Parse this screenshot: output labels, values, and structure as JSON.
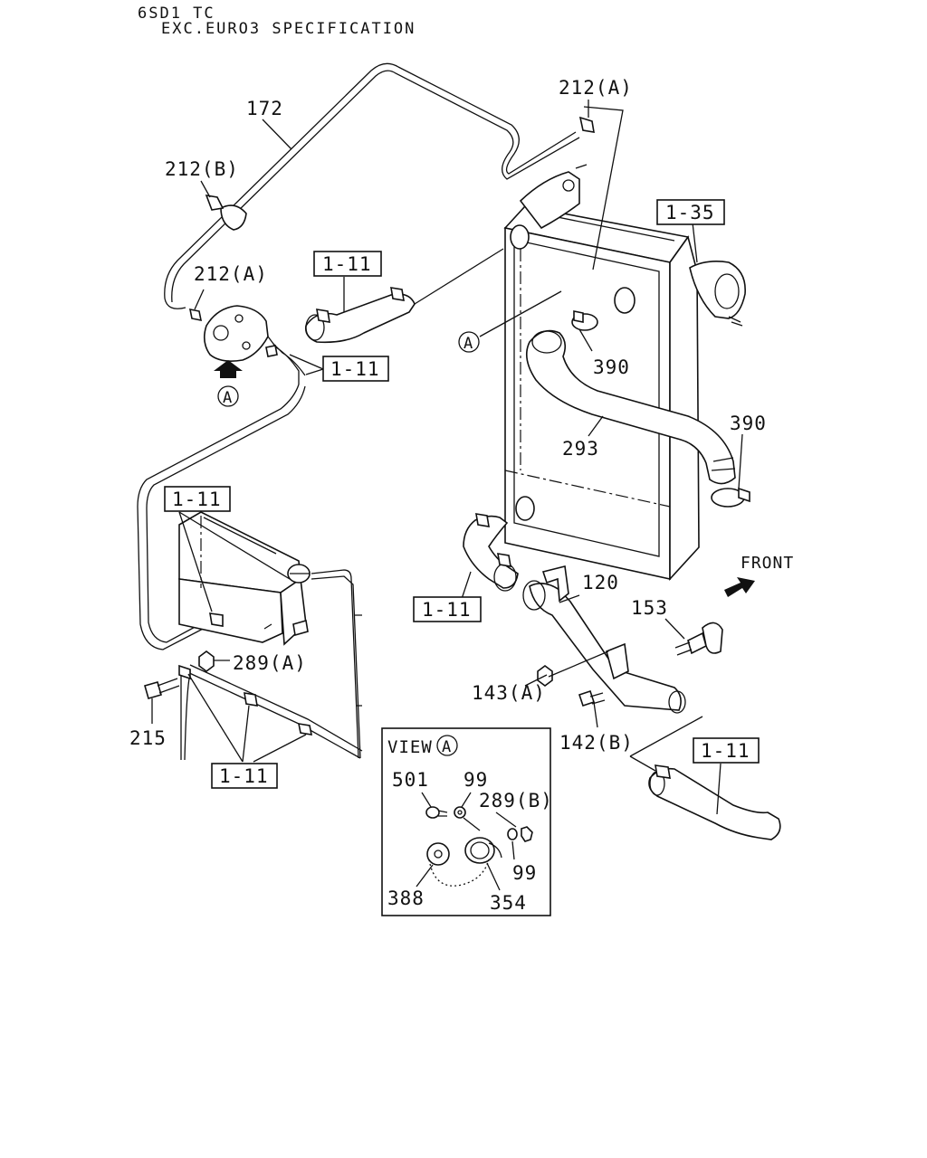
{
  "header": {
    "line1": "6SD1 TC",
    "line2": "EXC.EURO3 SPECIFICATION"
  },
  "labels": {
    "p172": "172",
    "p212a_top": "212(A)",
    "p212b": "212(B)",
    "p212a_mid": "212(A)",
    "p390_a": "390",
    "p390_b": "390",
    "p293": "293",
    "p120": "120",
    "p153": "153",
    "p143a": "143(A)",
    "p142b": "142(B)",
    "p289a": "289(A)",
    "p215": "215",
    "front": "FRONT",
    "marker_a": "A"
  },
  "ref_boxes": {
    "r135": "1-35",
    "r111_hose_top": "1-11",
    "r111_pump": "1-11",
    "r111_tank": "1-11",
    "r111_lower": "1-11",
    "r111_bottom_left": "1-11",
    "r111_bottom_right": "1-11"
  },
  "view_a": {
    "title": "VIEW",
    "marker": "A",
    "p501": "501",
    "p99_top": "99",
    "p289b": "289(B)",
    "p99_bottom": "99",
    "p388": "388",
    "p354": "354"
  }
}
